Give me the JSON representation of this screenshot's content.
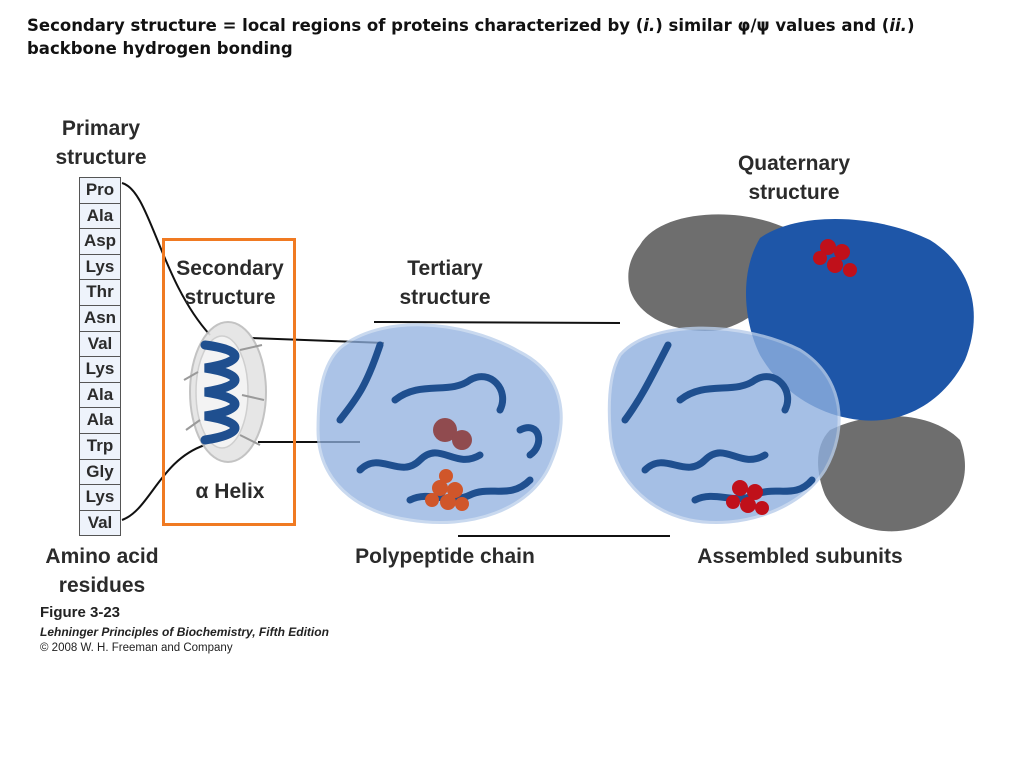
{
  "slide": {
    "title_parts": {
      "p1": "Secondary structure = local regions of proteins characterized by (",
      "i": "i.",
      "p2": ") similar ",
      "phipsi": "φ/ψ",
      "p3": " values and (",
      "ii": "ii.",
      "p4": ") backbone hydrogen bonding"
    }
  },
  "figure": {
    "labels": {
      "primary_line1": "Primary",
      "primary_line2": "structure",
      "secondary_line1": "Secondary",
      "secondary_line2": "structure",
      "tertiary_line1": "Tertiary",
      "tertiary_line2": "structure",
      "quaternary_line1": "Quaternary",
      "quaternary_line2": "structure",
      "alpha_helix": "α Helix",
      "amino_line1": "Amino acid",
      "amino_line2": "residues",
      "polypeptide": "Polypeptide chain",
      "assembled": "Assembled subunits"
    },
    "residues": [
      "Pro",
      "Ala",
      "Asp",
      "Lys",
      "Thr",
      "Asn",
      "Val",
      "Lys",
      "Ala",
      "Ala",
      "Trp",
      "Gly",
      "Lys",
      "Val"
    ],
    "caption": {
      "number": "Figure 3-23",
      "book": "Lehninger Principles of Biochemistry, Fifth Edition",
      "copyright": "© 2008 W. H. Freeman and Company"
    },
    "colors": {
      "highlight_box": "#f07a22",
      "protein_blue": "#1f4f8f",
      "subunit_gray": "#6e6e6e",
      "heme_red": "#c0101a"
    }
  }
}
